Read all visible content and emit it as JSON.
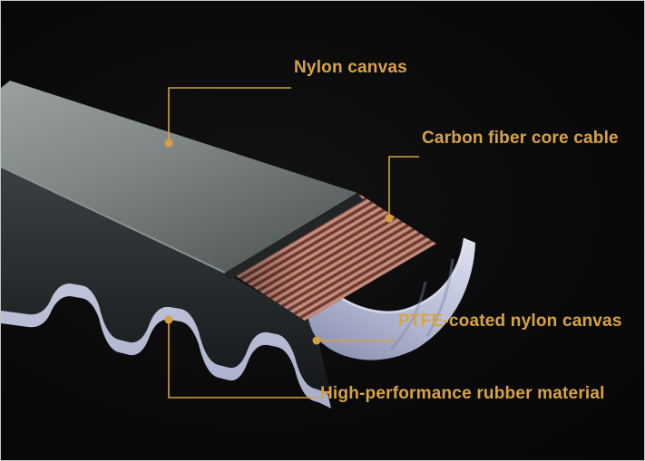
{
  "figure": {
    "background": "#0a0a0b",
    "accent": "#d7a03e",
    "callouts": {
      "nylon_canvas": {
        "label": "Nylon canvas"
      },
      "carbon_fiber": {
        "label": "Carbon fiber core cable"
      },
      "ptfe_canvas": {
        "label": "PTFE-coated nylon canvas"
      },
      "rubber": {
        "label": "High-performance rubber material"
      }
    },
    "palette": {
      "belt_top_gray": "#8f9696",
      "rubber_dark": "#2a2e30",
      "cable_copper": "#c5897a",
      "ptfe_lavender": "#c6cadf"
    }
  }
}
